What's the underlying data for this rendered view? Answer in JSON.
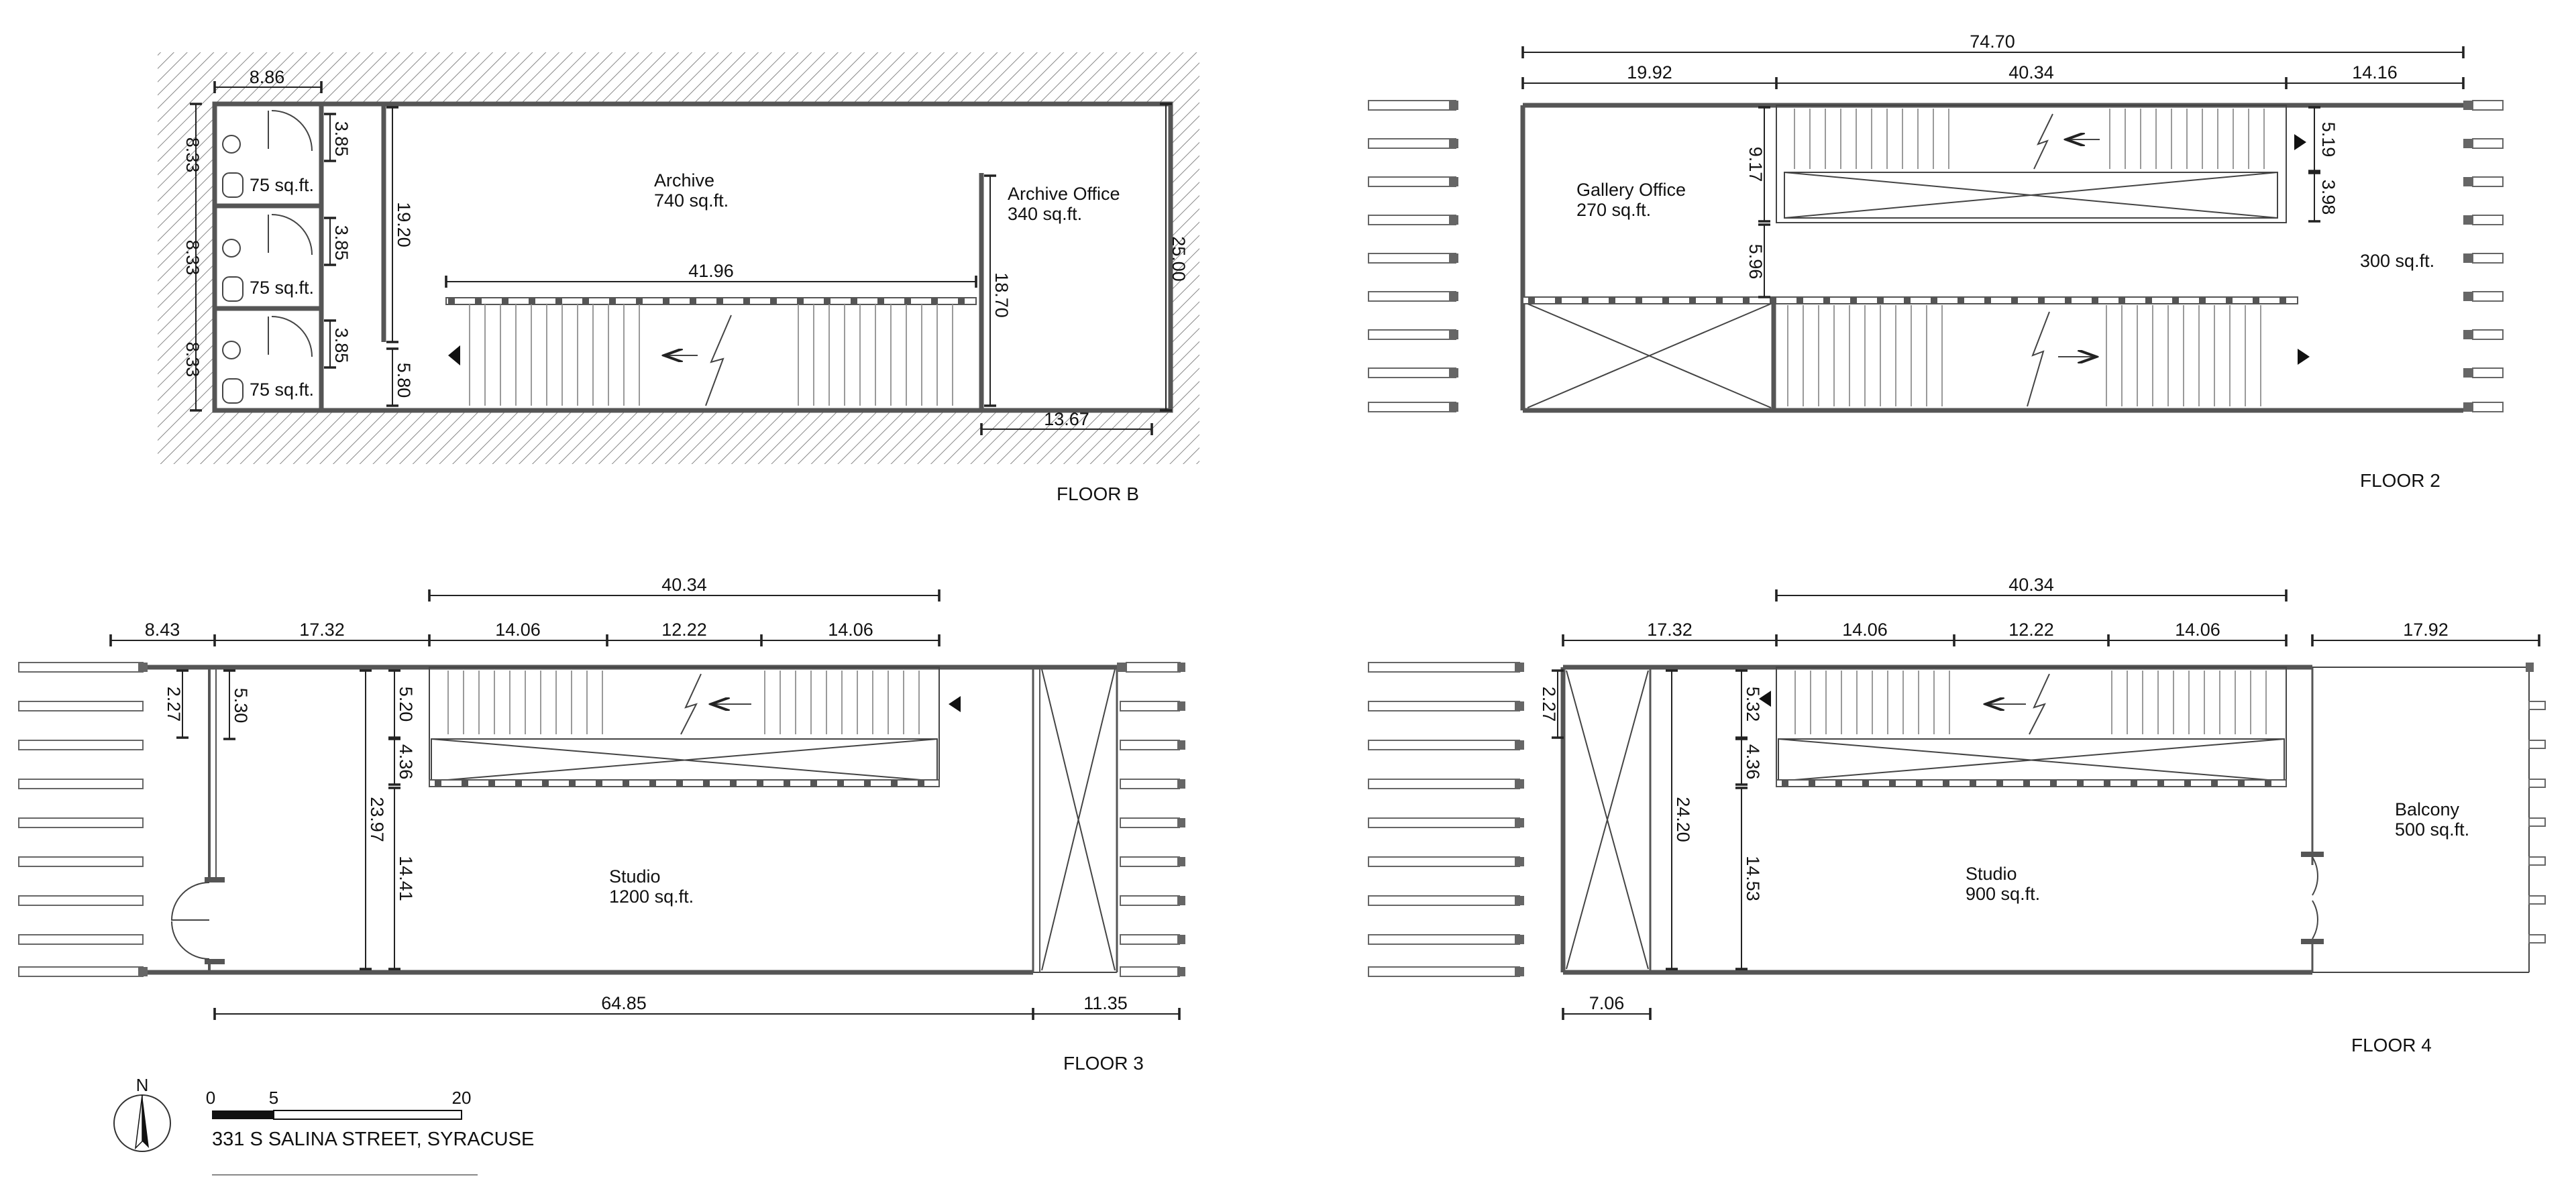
{
  "floors": {
    "b": {
      "name": "FLOOR B",
      "rooms": {
        "archive_name": "Archive",
        "archive_area": "740 sq.ft.",
        "office_name": "Archive Office",
        "office_area": "340 sq.ft.",
        "wc1_area": "75 sq.ft.",
        "wc2_area": "75 sq.ft.",
        "wc3_area": "75 sq.ft."
      },
      "dims": {
        "top": "8.86",
        "left1": "8.33",
        "left2": "8.33",
        "left3": "8.33",
        "wc1": "3.85",
        "wc2": "3.85",
        "wc3": "3.85",
        "partition": "19.20",
        "partition_low": "5.80",
        "stair": "41.96",
        "office_h": "18.70",
        "right": "25.00",
        "bottom": "13.67"
      }
    },
    "f2": {
      "name": "FLOOR 2",
      "rooms": {
        "gallery_name": "Gallery Office",
        "gallery_area": "270 sq.ft.",
        "east_area": "300 sq.ft."
      },
      "dims": {
        "overall": "74.70",
        "seg1": "19.92",
        "seg2": "40.34",
        "seg3": "14.16",
        "v1": "9.17",
        "v2": "5.96",
        "v3": "5.19",
        "v4": "3.98"
      }
    },
    "f3": {
      "name": "FLOOR 3",
      "rooms": {
        "studio_name": "Studio",
        "studio_area": "1200 sq.ft."
      },
      "dims": {
        "stair_total": "40.34",
        "seg1": "8.43",
        "seg2": "17.32",
        "s1": "14.06",
        "s2": "12.22",
        "s3": "14.06",
        "v1": "2.27",
        "v2": "5.30",
        "v3": "5.20",
        "v4": "4.36",
        "v5": "23.97",
        "v6": "14.41",
        "bottom1": "64.85",
        "bottom2": "11.35"
      }
    },
    "f4": {
      "name": "FLOOR 4",
      "rooms": {
        "studio_name": "Studio",
        "studio_area": "900 sq.ft.",
        "balcony_name": "Balcony",
        "balcony_area": "500 sq.ft."
      },
      "dims": {
        "stair_total": "40.34",
        "seg1": "17.32",
        "s1": "14.06",
        "s2": "12.22",
        "s3": "14.06",
        "balcony": "17.92",
        "v1": "2.27",
        "v2": "5.32",
        "v3": "4.36",
        "v4": "24.20",
        "v5": "14.53",
        "bottom": "7.06"
      }
    }
  },
  "legend": {
    "north": "N",
    "scale": {
      "zero": "0",
      "five": "5",
      "twenty": "20"
    },
    "address": "331 S SALINA STREET, SYRACUSE"
  },
  "colors": {
    "wall": "#555555",
    "hatch": "#888888",
    "line": "#222222",
    "tread": "#9a9a9a"
  }
}
